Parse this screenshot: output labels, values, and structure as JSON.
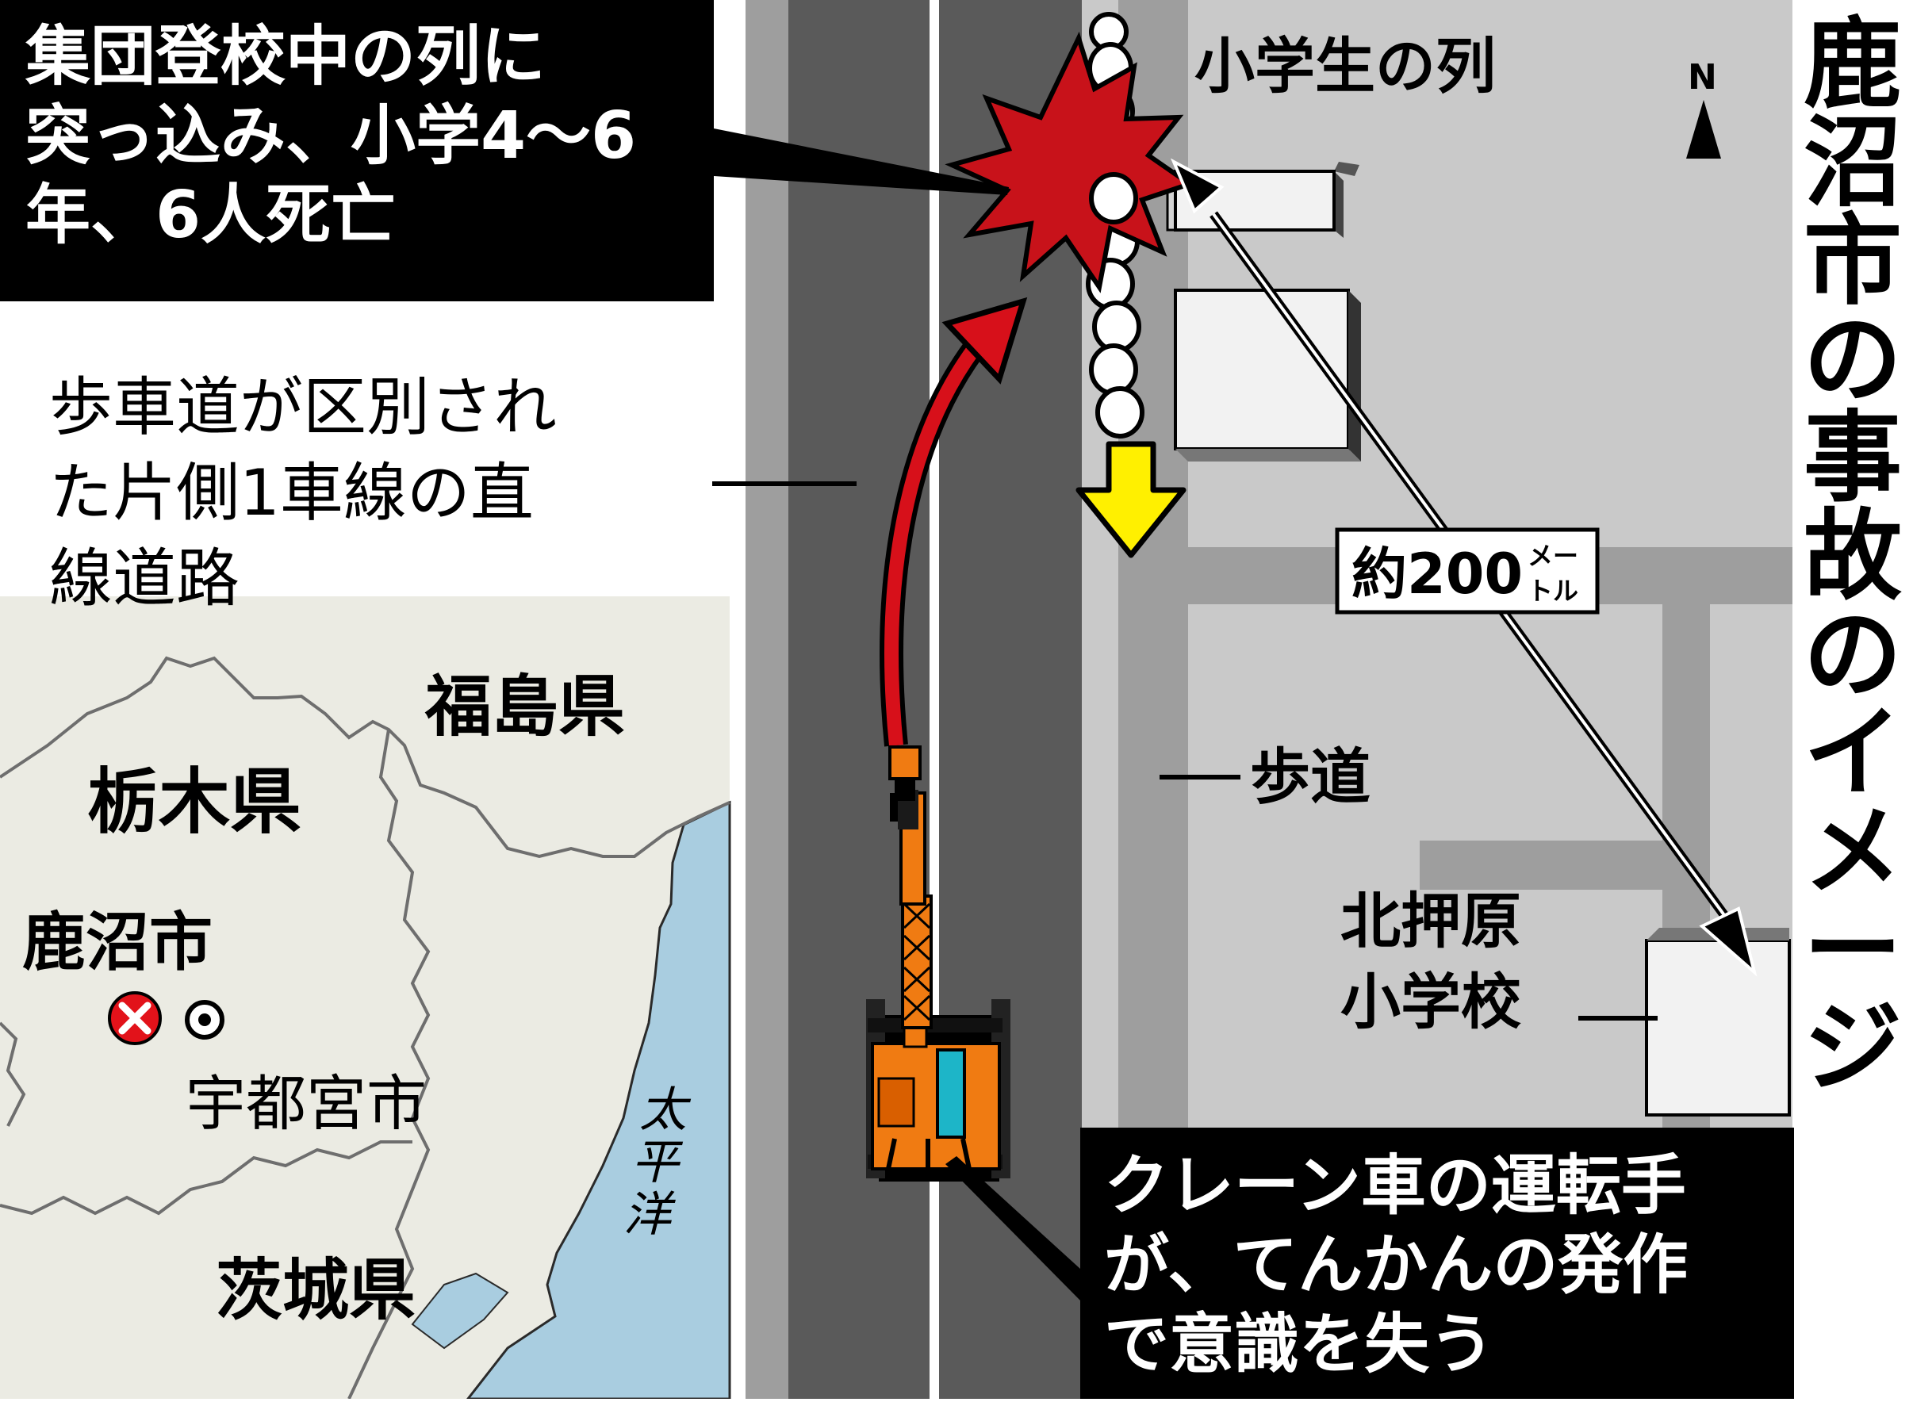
{
  "title": "鹿沼市の事故のイメージ",
  "title_chars": [
    "鹿",
    "沼",
    "市",
    "の",
    "事",
    "故",
    "の",
    "イ",
    "メ",
    "ー",
    "ジ"
  ],
  "callouts": {
    "crash": {
      "lines": [
        "集団登校中の列に",
        "突っ込み、小学4〜6",
        "年、6人死亡"
      ]
    },
    "road": {
      "lines": [
        "歩車道が区別され",
        "た片側1車線の直",
        "線道路"
      ]
    },
    "driver": {
      "lines": [
        "クレーン車の運転手",
        "が、てんかんの発作",
        "で意識を失う"
      ]
    }
  },
  "labels": {
    "students_row": "小学生の列",
    "north": "N",
    "sidewalk": "歩道",
    "school_line1": "北押原",
    "school_line2": "小学校",
    "distance_num": "約200",
    "distance_unit_top": "メー",
    "distance_unit_bottom": "トル"
  },
  "inset_map": {
    "fukushima": "福島県",
    "tochigi": "栃木県",
    "kanuma": "鹿沼市",
    "utsunomiya": "宇都宮市",
    "ibaraki": "茨城県",
    "pacific_chars": [
      "太",
      "平",
      "洋"
    ]
  },
  "colors": {
    "road_dark": "#5a5a5a",
    "road_light": "#9e9e9e",
    "ground": "#c9c9c9",
    "map_land": "#ebebe3",
    "sea": "#a9cde0",
    "crash_red": "#c8121a",
    "arrow_red": "#d7101a",
    "arrow_yellow": "#fff000",
    "crane_orange": "#f07b12",
    "marker_red": "#e2121a"
  }
}
